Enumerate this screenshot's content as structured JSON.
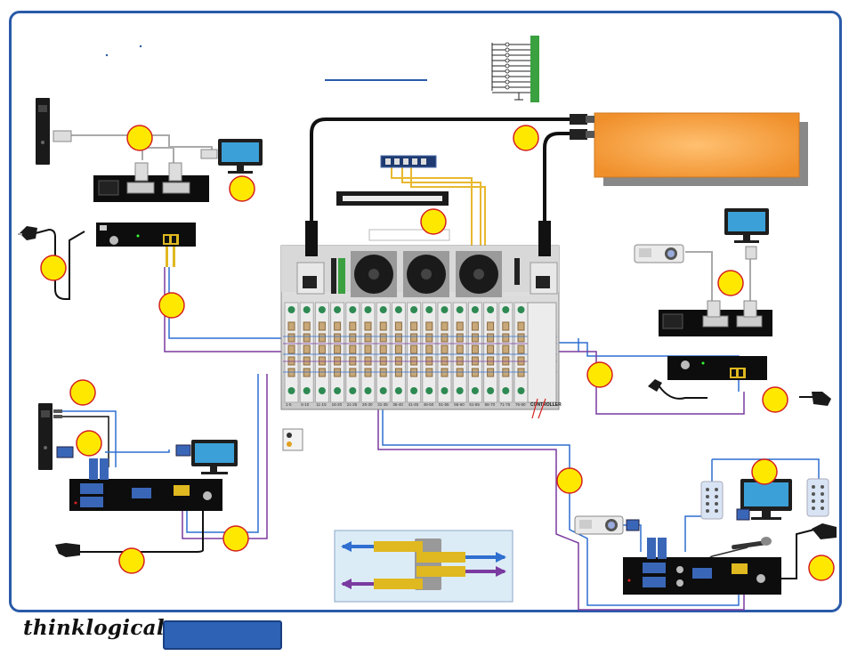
{
  "brand": {
    "name": "thinklogical"
  },
  "rack": {
    "slot_labels": [
      "1-5",
      "6-10",
      "11-15",
      "16-20",
      "21-25",
      "26-30",
      "31-35",
      "36-40",
      "41-45",
      "46-50",
      "51-55",
      "56-60",
      "61-65",
      "66-70",
      "71-75",
      "76-80"
    ],
    "controller_label": "CONTROLLER"
  },
  "colors": {
    "frame": "#2a5aa8",
    "tx_fiber": "#2f6fd0",
    "rx_fiber": "#7a3aa0",
    "callout": "#ffe800",
    "callout_ring": "#d42020",
    "server_orange": "#f59a3c",
    "cat5": "#e8b830"
  },
  "icons": [
    "computer-tower-icon",
    "monitor-icon",
    "projector-icon",
    "power-plug-icon",
    "microphone-icon",
    "speaker-icon",
    "video-switch-icon"
  ]
}
